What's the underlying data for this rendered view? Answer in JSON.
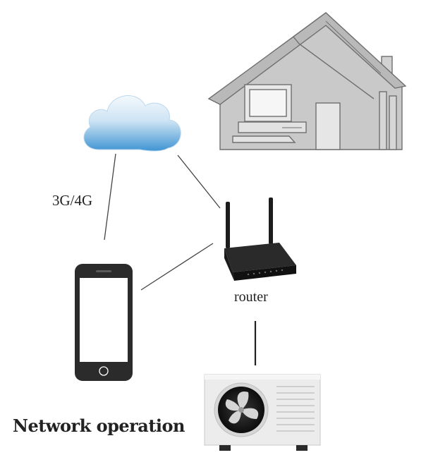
{
  "labels": {
    "network": "3G/4G",
    "router": "router",
    "title": "Network operation"
  },
  "colors": {
    "house_wall": "#c9c9c9",
    "house_roof": "#bdbdbd",
    "house_outline": "#6f6f6f",
    "cloud_top": "#eef6fc",
    "cloud_bottom": "#3f95d3",
    "router_body": "#1a1a1a",
    "phone_body": "#2b2b2b",
    "ac_body": "#ececec",
    "connector_line": "#444444"
  },
  "icons": [
    "house-icon",
    "cloud-icon",
    "router-icon",
    "smartphone-icon",
    "air-conditioner-icon"
  ]
}
